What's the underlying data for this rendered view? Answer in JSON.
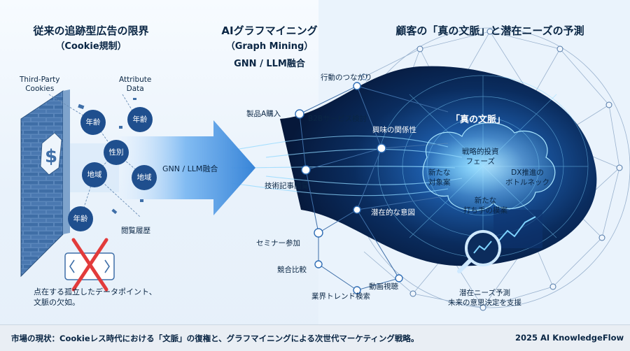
{
  "sections": {
    "left": {
      "title": "従来の追跡型広告の限界",
      "subtitle": "（Cookie規制）"
    },
    "middle": {
      "title": "AIグラフマイニング",
      "subtitle": "（Graph Mining）",
      "subtitle2": "GNN / LLM融合"
    },
    "right": {
      "title": "顧客の「真の文脈」と潜在ニーズの予測"
    }
  },
  "left_labels": {
    "third_party": "Third-Party\nCookies",
    "attribute": "Attribute\nData",
    "nodes": [
      "年齢",
      "年齢",
      "性別",
      "地域",
      "地域",
      "年齢"
    ],
    "browsing": "閲覧履歴",
    "caption": "点在する孤立したデータポイント、\n文脈の欠如。"
  },
  "arrow_label": "GNN / LLM融合",
  "graph_labels": {
    "behavior": "行動のつながり",
    "product_a": "製品A購入",
    "b2b": "B2Bサービス検討",
    "interest": "興味の関係性",
    "article": "技術記事閲覧",
    "latent": "潜在的な意図",
    "seminar": "セミナー参加",
    "competitor": "競合比較",
    "trend": "業界トレンド検索",
    "video": "動画視聴"
  },
  "context": {
    "title": "「真の文脈」",
    "phase": "戦略的投資\nフェーズ",
    "new_target": "新たな\n対象案",
    "dx": "DX推進の\nボトルネック",
    "new_measure": "新たな\n打ち手の模案"
  },
  "prediction": {
    "label": "潜在ニーズ予測\n未来の意思決定を支援"
  },
  "footer": {
    "left": "市場の現状：Cookieレス時代における「文脈」の復権と、グラフマイニングによる次世代マーケティング戦略。",
    "right": "2025 AI KnowledgeFlow"
  },
  "colors": {
    "navy": "#0a2644",
    "accent": "#2d8ff0",
    "glow": "#7fd4ff",
    "wall": "#3f6fa8",
    "red": "#e23b3b"
  }
}
